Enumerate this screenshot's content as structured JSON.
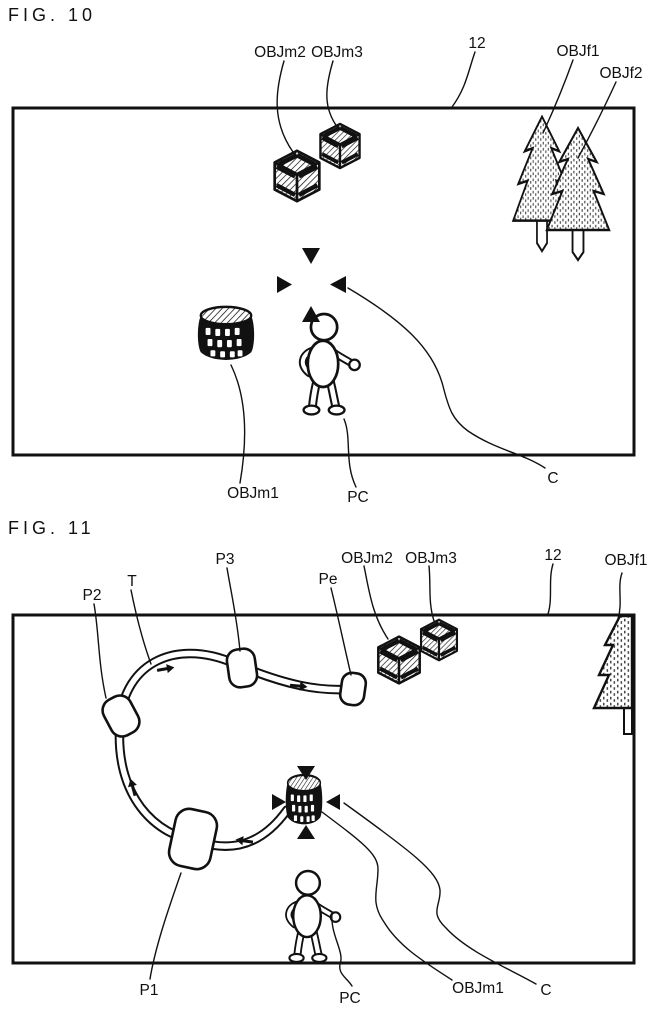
{
  "figure10": {
    "title": "FIG. 10",
    "labels": {
      "objm2": "OBJm2",
      "objm3": "OBJm3",
      "ref12": "12",
      "objf1": "OBJf1",
      "objf2": "OBJf2",
      "objm1": "OBJm1",
      "pc": "PC",
      "cursor": "C"
    }
  },
  "figure11": {
    "title": "FIG. 11",
    "labels": {
      "p2": "P2",
      "t": "T",
      "p3": "P3",
      "pe": "Pe",
      "objm2": "OBJm2",
      "objm3": "OBJm3",
      "ref12": "12",
      "objf1": "OBJf1",
      "p1": "P1",
      "pc": "PC",
      "objm1": "OBJm1",
      "cursor": "C"
    }
  },
  "colors": {
    "ink": "#111111",
    "paper": "#ffffff"
  }
}
